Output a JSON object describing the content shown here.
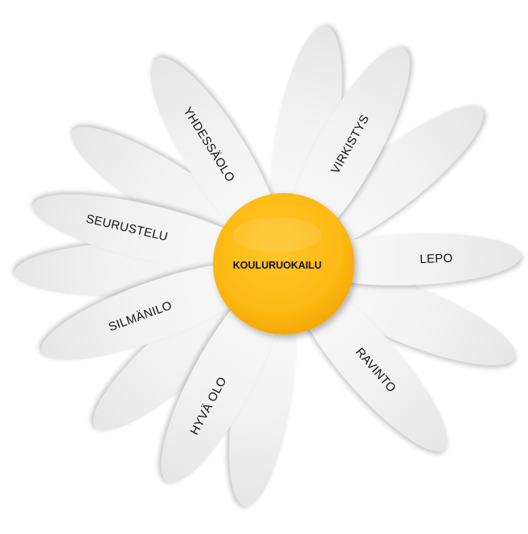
{
  "center": {
    "label": "KOULURUOKAILU",
    "color": "#FDB913"
  },
  "petal_color": "#F2F2F2",
  "labels": {
    "vh": "YHDESSÄOLO",
    "vi": "VIRKISTYS",
    "se": "SEURUSTELU",
    "le": "LEPO",
    "si": "SILMÄNILO",
    "ra": "RAVINTO",
    "hy": "HYVÄ OLO"
  }
}
